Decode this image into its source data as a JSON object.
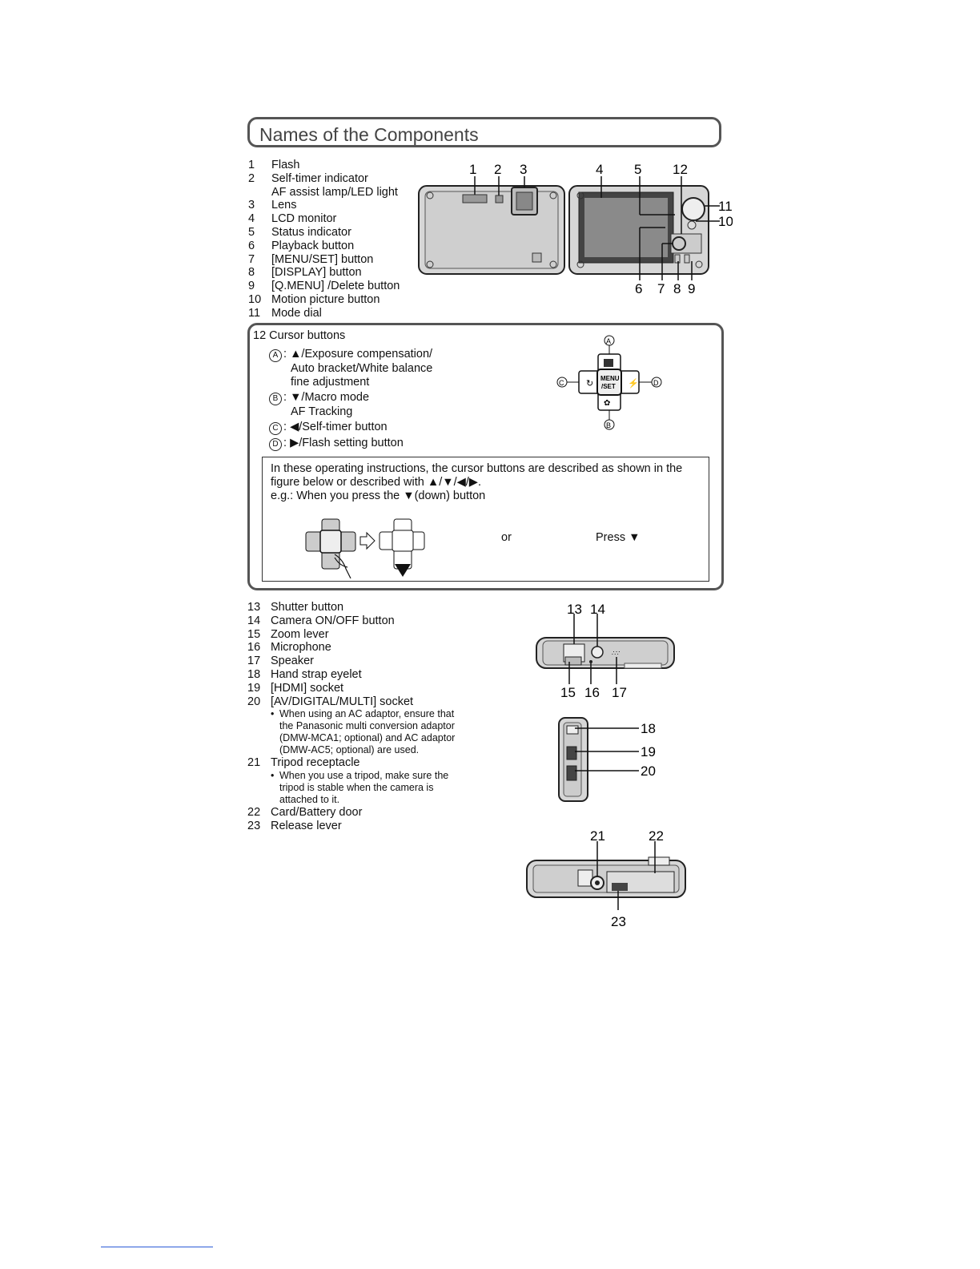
{
  "title": "Names of the Components",
  "items_top": [
    {
      "num": "1",
      "label": "Flash"
    },
    {
      "num": "2",
      "label": "Self-timer indicator"
    },
    {
      "num": "",
      "label": "AF assist lamp/LED light"
    },
    {
      "num": "3",
      "label": "Lens"
    },
    {
      "num": "4",
      "label": "LCD monitor"
    },
    {
      "num": "5",
      "label": "Status indicator"
    },
    {
      "num": "6",
      "label": "Playback button"
    },
    {
      "num": "7",
      "label": "[MENU/SET] button"
    },
    {
      "num": "8",
      "label": "[DISPLAY] button"
    },
    {
      "num": "9",
      "label": "[Q.MENU] /Delete button"
    },
    {
      "num": "10",
      "label": "Motion picture button"
    },
    {
      "num": "11",
      "label": "Mode dial"
    }
  ],
  "callouts_front": [
    "1",
    "2",
    "3"
  ],
  "callouts_back": [
    "4",
    "5",
    "12",
    "11",
    "10",
    "6",
    "7",
    "8",
    "9"
  ],
  "cursor": {
    "heading": "12 Cursor buttons",
    "a_letter": "A",
    "a_line1": "▲/Exposure compensation/",
    "a_line2": "Auto bracket/White balance",
    "a_line3": "fine adjustment",
    "b_letter": "B",
    "b_line1": "▼/Macro mode",
    "b_line2": "AF Tracking",
    "c_letter": "C",
    "c_line1": "◀/Self-timer button",
    "d_letter": "D",
    "d_line1": "▶/Flash setting button",
    "pad_center": [
      "MENU",
      "/SET"
    ],
    "pad_labels": [
      "A",
      "B",
      "C",
      "D"
    ],
    "info_line1": "In these operating instructions, the cursor buttons are described as shown in the",
    "info_line2": "figure below or described with ▲/▼/◀/▶.",
    "info_line3": "e.g.: When you press the ▼(down) button",
    "or_text": "or",
    "press_text": "Press ▼"
  },
  "items_bottom": [
    {
      "num": "13",
      "label": "Shutter button"
    },
    {
      "num": "14",
      "label": "Camera ON/OFF button"
    },
    {
      "num": "15",
      "label": "Zoom lever"
    },
    {
      "num": "16",
      "label": "Microphone"
    },
    {
      "num": "17",
      "label": "Speaker"
    },
    {
      "num": "18",
      "label": "Hand strap eyelet"
    },
    {
      "num": "19",
      "label": "[HDMI] socket"
    },
    {
      "num": "20",
      "label": "[AV/DIGITAL/MULTI] socket"
    }
  ],
  "note_ac": [
    "When using an AC adaptor, ensure that",
    "the Panasonic multi conversion adaptor",
    "(DMW-MCA1; optional) and AC adaptor",
    "(DMW-AC5; optional) are used."
  ],
  "item_21": {
    "num": "21",
    "label": "Tripod receptacle"
  },
  "note_tripod": [
    "When you use a tripod, make sure the",
    "tripod is stable when the camera is",
    "attached to it."
  ],
  "items_end": [
    {
      "num": "22",
      "label": "Card/Battery door"
    },
    {
      "num": "23",
      "label": "Release lever"
    }
  ],
  "callouts_top_view": [
    "13",
    "14",
    "15",
    "16",
    "17"
  ],
  "callouts_side_view": [
    "18",
    "19",
    "20"
  ],
  "callouts_bottom_view": [
    "21",
    "22",
    "23"
  ],
  "colors": {
    "border": "#555555",
    "title": "#444444",
    "camera_body": "#d6d6d6",
    "screen": "#8a8a8a",
    "link_line": "#2a5bd7"
  }
}
